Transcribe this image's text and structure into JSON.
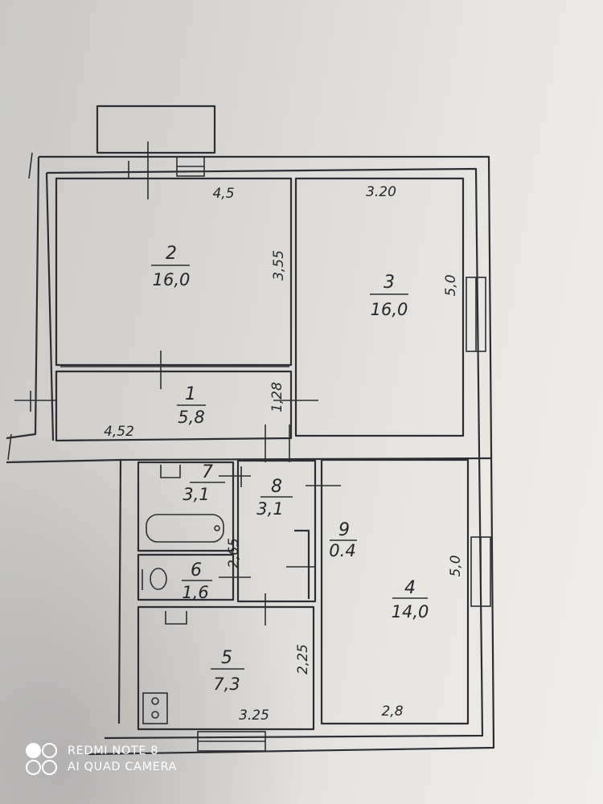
{
  "floor_plan": {
    "rooms": [
      {
        "number": "2",
        "area": "16,0"
      },
      {
        "number": "3",
        "area": "16,0"
      },
      {
        "number": "1",
        "area": "5,8"
      },
      {
        "number": "7",
        "area": "3,1"
      },
      {
        "number": "8",
        "area": "3,1"
      },
      {
        "number": "9",
        "area": "0.4"
      },
      {
        "number": "6",
        "area": "1,6"
      },
      {
        "number": "5",
        "area": "7,3"
      },
      {
        "number": "4",
        "area": "14,0"
      }
    ],
    "dimensions": [
      "4,5",
      "3,55",
      "3.20",
      "5,0",
      "1,28",
      "4,52",
      "2,65",
      "5,0",
      "2,25",
      "3.25",
      "2,8"
    ]
  },
  "watermark": {
    "line1": "REDMI NOTE 8",
    "line2": "AI QUAD CAMERA"
  }
}
